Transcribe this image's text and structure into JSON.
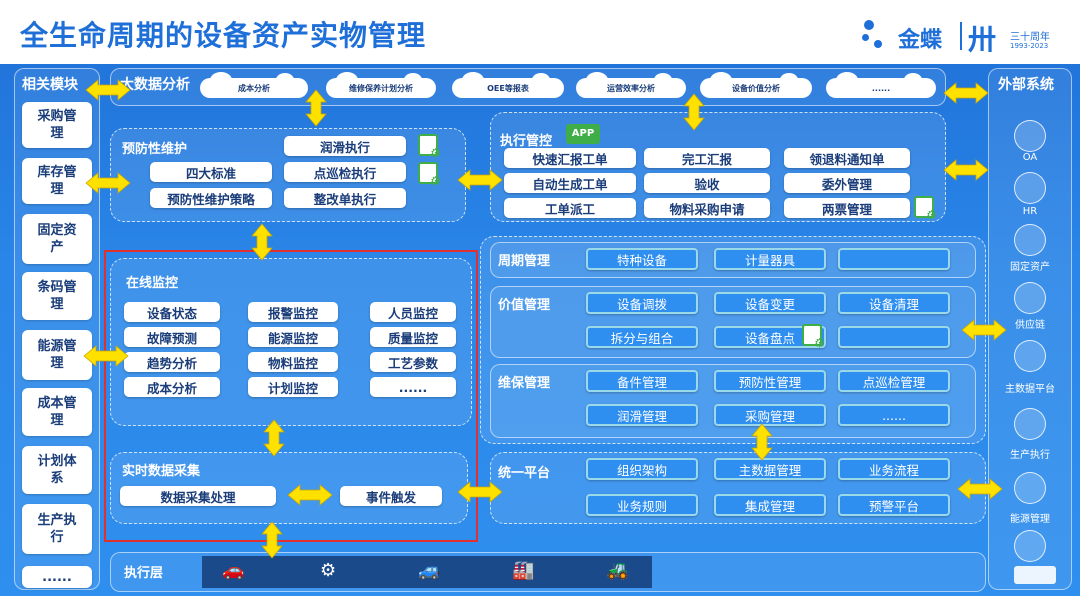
{
  "header": {
    "title": "全生命周期的设备资产实物管理",
    "brand": "金蝶",
    "anniversary": "三十周年",
    "anniversary_years": "1993-2023"
  },
  "left_column": {
    "title": "相关模块",
    "modules": [
      "采购管理",
      "库存管理",
      "固定资产",
      "条码管理",
      "能源管理",
      "成本管理",
      "计划体系",
      "生产执行",
      "......"
    ]
  },
  "right_column": {
    "title": "外部系统",
    "systems": [
      "OA",
      "HR",
      "固定资产",
      "供应链",
      "主数据平台",
      "生产执行",
      "能源管理"
    ]
  },
  "big_data": {
    "title": "大数据分析",
    "items": [
      "成本分析",
      "维修保养计划分析",
      "OEE等报表",
      "运营效率分析",
      "设备价值分析",
      "......"
    ]
  },
  "preventive": {
    "title": "预防性维护",
    "items": [
      "四大标准",
      "预防性维护策略",
      "润滑执行",
      "点巡检执行",
      "整改单执行"
    ]
  },
  "execution_control": {
    "title": "执行管控",
    "app_badge": "APP",
    "items": [
      "快速汇报工单",
      "完工汇报",
      "领退料通知单",
      "自动生成工单",
      "验收",
      "委外管理",
      "工单派工",
      "物料采购申请",
      "两票管理"
    ]
  },
  "online_monitor": {
    "title": "在线监控",
    "items": [
      "设备状态",
      "报警监控",
      "人员监控",
      "故障预测",
      "能源监控",
      "质量监控",
      "趋势分析",
      "物料监控",
      "工艺参数",
      "成本分析",
      "计划监控",
      "......"
    ]
  },
  "realtime": {
    "title": "实时数据采集",
    "process": "数据采集处理",
    "trigger": "事件触发"
  },
  "lifecycle": {
    "title": "周期管理",
    "items": [
      "特种设备",
      "计量器具",
      ""
    ]
  },
  "value": {
    "title": "价值管理",
    "items": [
      "设备调拨",
      "设备变更",
      "设备清理",
      "拆分与组合",
      "设备盘点",
      ""
    ]
  },
  "maintenance": {
    "title": "维保管理",
    "items": [
      "备件管理",
      "预防性管理",
      "点巡检管理",
      "润滑管理",
      "采购管理",
      "......"
    ]
  },
  "platform": {
    "title": "统一平台",
    "items": [
      "组织架构",
      "主数据管理",
      "业务流程",
      "业务规则",
      "集成管理",
      "预警平台"
    ]
  },
  "exec_layer": {
    "title": "执行层"
  },
  "colors": {
    "background": "#2a86e8",
    "title": "#1f6fd8",
    "arrow": "#ffe100",
    "highlight_border": "#e03030",
    "pill_border": "#9ad9e9"
  }
}
